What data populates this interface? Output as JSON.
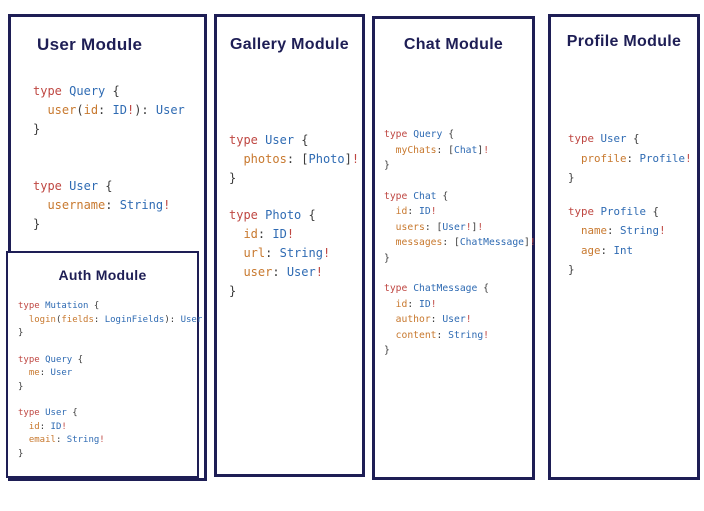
{
  "colors": {
    "navy": "#1e1e55",
    "keyword": "#bf4742",
    "typename": "#2f6bb3",
    "field": "#c8792f",
    "punct": "#3c3c3c",
    "bang": "#bf4742"
  },
  "panels": {
    "user": {
      "title": "User Module",
      "code": [
        [
          [
            [
              "k",
              "type"
            ],
            [
              "p",
              " "
            ],
            [
              "t",
              "Query"
            ],
            [
              "p",
              " {"
            ]
          ],
          [
            [
              "p",
              "  "
            ],
            [
              "f",
              "user"
            ],
            [
              "p",
              "("
            ],
            [
              "f",
              "id"
            ],
            [
              "p",
              ": "
            ],
            [
              "t",
              "ID"
            ],
            [
              "b",
              "!"
            ],
            [
              "p",
              "): "
            ],
            [
              "t",
              "User"
            ]
          ],
          [
            [
              "p",
              "}"
            ]
          ]
        ],
        [
          [
            [
              "k",
              "type"
            ],
            [
              "p",
              " "
            ],
            [
              "t",
              "User"
            ],
            [
              "p",
              " {"
            ]
          ],
          [
            [
              "p",
              "  "
            ],
            [
              "f",
              "username"
            ],
            [
              "p",
              ": "
            ],
            [
              "t",
              "String"
            ],
            [
              "b",
              "!"
            ]
          ],
          [
            [
              "p",
              "}"
            ]
          ]
        ]
      ]
    },
    "auth": {
      "title": "Auth Module",
      "code": [
        [
          [
            [
              "k",
              "type"
            ],
            [
              "p",
              " "
            ],
            [
              "t",
              "Mutation"
            ],
            [
              "p",
              " {"
            ]
          ],
          [
            [
              "p",
              "  "
            ],
            [
              "f",
              "login"
            ],
            [
              "p",
              "("
            ],
            [
              "f",
              "fields"
            ],
            [
              "p",
              ": "
            ],
            [
              "t",
              "LoginFields"
            ],
            [
              "p",
              "): "
            ],
            [
              "t",
              "User"
            ]
          ],
          [
            [
              "p",
              "}"
            ]
          ]
        ],
        [
          [
            [
              "k",
              "type"
            ],
            [
              "p",
              " "
            ],
            [
              "t",
              "Query"
            ],
            [
              "p",
              " {"
            ]
          ],
          [
            [
              "p",
              "  "
            ],
            [
              "f",
              "me"
            ],
            [
              "p",
              ": "
            ],
            [
              "t",
              "User"
            ]
          ],
          [
            [
              "p",
              "}"
            ]
          ]
        ],
        [
          [
            [
              "k",
              "type"
            ],
            [
              "p",
              " "
            ],
            [
              "t",
              "User"
            ],
            [
              "p",
              " {"
            ]
          ],
          [
            [
              "p",
              "  "
            ],
            [
              "f",
              "id"
            ],
            [
              "p",
              ": "
            ],
            [
              "t",
              "ID"
            ],
            [
              "b",
              "!"
            ]
          ],
          [
            [
              "p",
              "  "
            ],
            [
              "f",
              "email"
            ],
            [
              "p",
              ": "
            ],
            [
              "t",
              "String"
            ],
            [
              "b",
              "!"
            ]
          ],
          [
            [
              "p",
              "}"
            ]
          ]
        ]
      ]
    },
    "gallery": {
      "title": "Gallery Module",
      "code": [
        [
          [
            [
              "k",
              "type"
            ],
            [
              "p",
              " "
            ],
            [
              "t",
              "User"
            ],
            [
              "p",
              " {"
            ]
          ],
          [
            [
              "p",
              "  "
            ],
            [
              "f",
              "photos"
            ],
            [
              "p",
              ": ["
            ],
            [
              "t",
              "Photo"
            ],
            [
              "p",
              "]"
            ],
            [
              "b",
              "!"
            ]
          ],
          [
            [
              "p",
              "}"
            ]
          ]
        ],
        [
          [
            [
              "k",
              "type"
            ],
            [
              "p",
              " "
            ],
            [
              "t",
              "Photo"
            ],
            [
              "p",
              " {"
            ]
          ],
          [
            [
              "p",
              "  "
            ],
            [
              "f",
              "id"
            ],
            [
              "p",
              ": "
            ],
            [
              "t",
              "ID"
            ],
            [
              "b",
              "!"
            ]
          ],
          [
            [
              "p",
              "  "
            ],
            [
              "f",
              "url"
            ],
            [
              "p",
              ": "
            ],
            [
              "t",
              "String"
            ],
            [
              "b",
              "!"
            ]
          ],
          [
            [
              "p",
              "  "
            ],
            [
              "f",
              "user"
            ],
            [
              "p",
              ": "
            ],
            [
              "t",
              "User"
            ],
            [
              "b",
              "!"
            ]
          ],
          [
            [
              "p",
              "}"
            ]
          ]
        ]
      ]
    },
    "chat": {
      "title": "Chat Module",
      "code": [
        [
          [
            [
              "k",
              "type"
            ],
            [
              "p",
              " "
            ],
            [
              "t",
              "Query"
            ],
            [
              "p",
              " {"
            ]
          ],
          [
            [
              "p",
              "  "
            ],
            [
              "f",
              "myChats"
            ],
            [
              "p",
              ": ["
            ],
            [
              "t",
              "Chat"
            ],
            [
              "p",
              "]"
            ],
            [
              "b",
              "!"
            ]
          ],
          [
            [
              "p",
              "}"
            ]
          ]
        ],
        [
          [
            [
              "k",
              "type"
            ],
            [
              "p",
              " "
            ],
            [
              "t",
              "Chat"
            ],
            [
              "p",
              " {"
            ]
          ],
          [
            [
              "p",
              "  "
            ],
            [
              "f",
              "id"
            ],
            [
              "p",
              ": "
            ],
            [
              "t",
              "ID"
            ],
            [
              "b",
              "!"
            ]
          ],
          [
            [
              "p",
              "  "
            ],
            [
              "f",
              "users"
            ],
            [
              "p",
              ": ["
            ],
            [
              "t",
              "User"
            ],
            [
              "b",
              "!"
            ],
            [
              "p",
              "]"
            ],
            [
              "b",
              "!"
            ]
          ],
          [
            [
              "p",
              "  "
            ],
            [
              "f",
              "messages"
            ],
            [
              "p",
              ": ["
            ],
            [
              "t",
              "ChatMessage"
            ],
            [
              "p",
              "]"
            ],
            [
              "b",
              "!"
            ]
          ],
          [
            [
              "p",
              "}"
            ]
          ]
        ],
        [
          [
            [
              "k",
              "type"
            ],
            [
              "p",
              " "
            ],
            [
              "t",
              "ChatMessage"
            ],
            [
              "p",
              " {"
            ]
          ],
          [
            [
              "p",
              "  "
            ],
            [
              "f",
              "id"
            ],
            [
              "p",
              ": "
            ],
            [
              "t",
              "ID"
            ],
            [
              "b",
              "!"
            ]
          ],
          [
            [
              "p",
              "  "
            ],
            [
              "f",
              "author"
            ],
            [
              "p",
              ": "
            ],
            [
              "t",
              "User"
            ],
            [
              "b",
              "!"
            ]
          ],
          [
            [
              "p",
              "  "
            ],
            [
              "f",
              "content"
            ],
            [
              "p",
              ": "
            ],
            [
              "t",
              "String"
            ],
            [
              "b",
              "!"
            ]
          ],
          [
            [
              "p",
              "}"
            ]
          ]
        ]
      ]
    },
    "profile": {
      "title": "Profile Module",
      "code": [
        [
          [
            [
              "k",
              "type"
            ],
            [
              "p",
              " "
            ],
            [
              "t",
              "User"
            ],
            [
              "p",
              " {"
            ]
          ],
          [
            [
              "p",
              "  "
            ],
            [
              "f",
              "profile"
            ],
            [
              "p",
              ": "
            ],
            [
              "t",
              "Profile"
            ],
            [
              "b",
              "!"
            ]
          ],
          [
            [
              "p",
              "}"
            ]
          ]
        ],
        [
          [
            [
              "k",
              "type"
            ],
            [
              "p",
              " "
            ],
            [
              "t",
              "Profile"
            ],
            [
              "p",
              " {"
            ]
          ],
          [
            [
              "p",
              "  "
            ],
            [
              "f",
              "name"
            ],
            [
              "p",
              ": "
            ],
            [
              "t",
              "String"
            ],
            [
              "b",
              "!"
            ]
          ],
          [
            [
              "p",
              "  "
            ],
            [
              "f",
              "age"
            ],
            [
              "p",
              ": "
            ],
            [
              "t",
              "Int"
            ]
          ],
          [
            [
              "p",
              "}"
            ]
          ]
        ]
      ]
    }
  }
}
